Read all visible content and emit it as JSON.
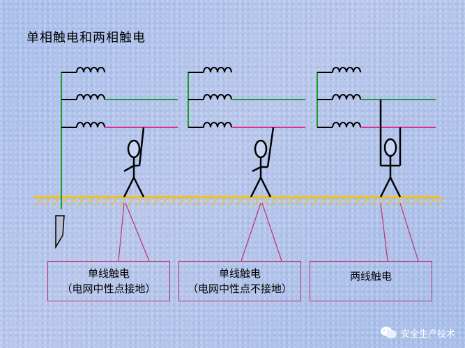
{
  "title": "单相触电和两相触电",
  "boxes": [
    {
      "line1": "单线触电",
      "line2": "（电网中性点接地）"
    },
    {
      "line1": "单线触电",
      "line2": "（电网中性点不接地）"
    },
    {
      "line1": "两线触电",
      "line2": ""
    }
  ],
  "watermark": {
    "text": "安全生产技术",
    "icon": "wechat-icon"
  },
  "colors": {
    "background": "#a9c0e8",
    "phase_line": "#1a9a2a",
    "phase_wire": "#e0308a",
    "ground": "#f0c020",
    "box_border": "#c0306a",
    "wire": "#000000"
  }
}
